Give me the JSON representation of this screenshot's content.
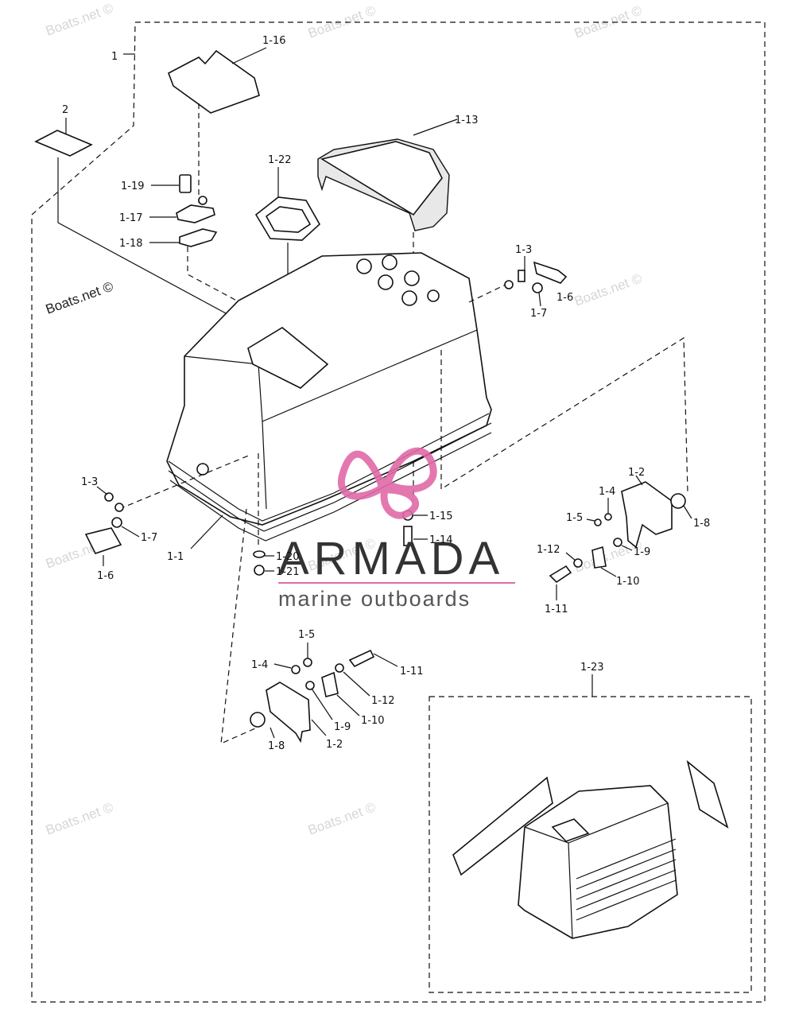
{
  "watermarks": {
    "light": "Boats.net ©",
    "dark": "Boats.net ©"
  },
  "brand": {
    "name": "ARMADA",
    "tagline": "marine outboards",
    "accent_color": "#e06aa8"
  },
  "labels": {
    "l1": "1",
    "l2": "2",
    "l1_16": "1-16",
    "l1_13": "1-13",
    "l1_22": "1-22",
    "l1_19": "1-19",
    "l1_17": "1-17",
    "l1_18": "1-18",
    "l1_3a": "1-3",
    "l1_6a": "1-6",
    "l1_7a": "1-7",
    "l1_3b": "1-3",
    "l1_7b": "1-7",
    "l1_6b": "1-6",
    "l1_1": "1-1",
    "l1_15": "1-15",
    "l1_14": "1-14",
    "l1_20": "1-20",
    "l1_21": "1-21",
    "l1_2a": "1-2",
    "l1_4a": "1-4",
    "l1_5a": "1-5",
    "l1_8a": "1-8",
    "l1_9a": "1-9",
    "l1_12a": "1-12",
    "l1_10a": "1-10",
    "l1_11a": "1-11",
    "l1_5b": "1-5",
    "l1_4b": "1-4",
    "l1_11b": "1-11",
    "l1_12b": "1-12",
    "l1_10b": "1-10",
    "l1_9b": "1-9",
    "l1_8b": "1-8",
    "l1_2b": "1-2",
    "l1_23": "1-23"
  }
}
